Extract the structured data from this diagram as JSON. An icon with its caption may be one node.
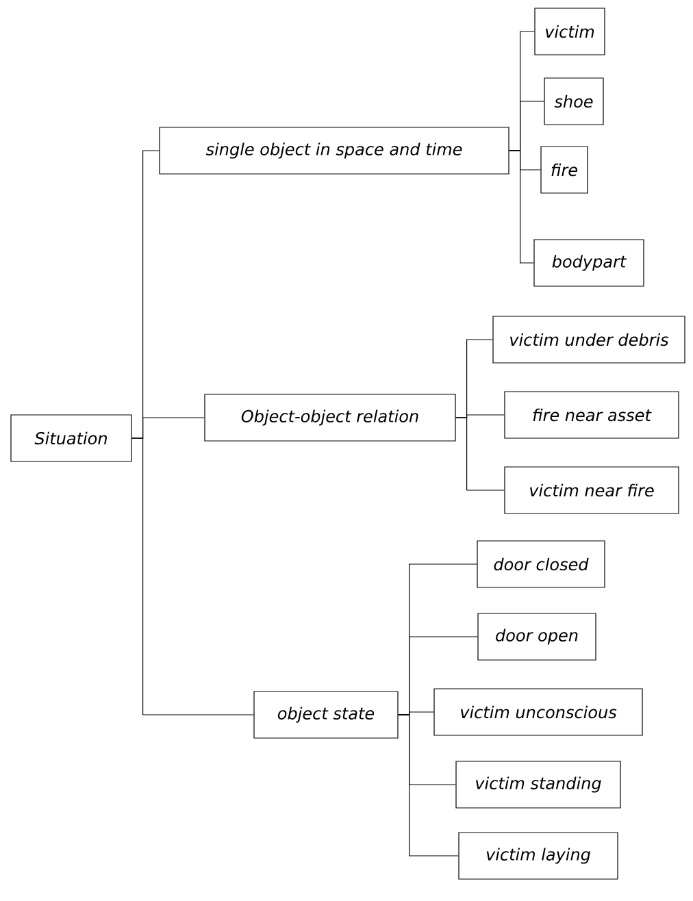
{
  "diagram": {
    "nodes": [
      {
        "text": [
          "Situation"
        ]
      },
      {
        "text": [
          "single object in space and time"
        ]
      },
      {
        "text": [
          "victim"
        ]
      },
      {
        "text": [
          "shoe"
        ]
      },
      {
        "text": [
          "fire"
        ]
      },
      {
        "text": [
          "bodypart"
        ]
      },
      {
        "text": [
          "Object-object relation"
        ]
      },
      {
        "text": [
          "victim under debris"
        ]
      },
      {
        "text": [
          "fire near asset"
        ]
      },
      {
        "text": [
          "victim near fire"
        ]
      },
      {
        "text": [
          "object state"
        ]
      },
      {
        "text": [
          "door closed"
        ]
      },
      {
        "text": [
          "door open"
        ]
      },
      {
        "text": [
          "victim unconscious"
        ]
      },
      {
        "text": [
          "victim standing"
        ]
      },
      {
        "text": [
          "victim laying"
        ]
      }
    ],
    "edges": [
      {
        "from": 0,
        "to": 1,
        "arrow": "none"
      },
      {
        "from": 0,
        "to": 6,
        "arrow": "none"
      },
      {
        "from": 0,
        "to": 10,
        "arrow": "none"
      },
      {
        "from": 1,
        "to": 2,
        "arrow": "none"
      },
      {
        "from": 1,
        "to": 3,
        "arrow": "none"
      },
      {
        "from": 1,
        "to": 4,
        "arrow": "none"
      },
      {
        "from": 1,
        "to": 5,
        "arrow": "none"
      },
      {
        "from": 6,
        "to": 7,
        "arrow": "none"
      },
      {
        "from": 6,
        "to": 8,
        "arrow": "none"
      },
      {
        "from": 6,
        "to": 9,
        "arrow": "none"
      },
      {
        "from": 10,
        "to": 11,
        "arrow": "none"
      },
      {
        "from": 10,
        "to": 12,
        "arrow": "none"
      },
      {
        "from": 10,
        "to": 13,
        "arrow": "none"
      },
      {
        "from": 10,
        "to": 14,
        "arrow": "none"
      },
      {
        "from": 10,
        "to": 15,
        "arrow": "none"
      }
    ]
  }
}
